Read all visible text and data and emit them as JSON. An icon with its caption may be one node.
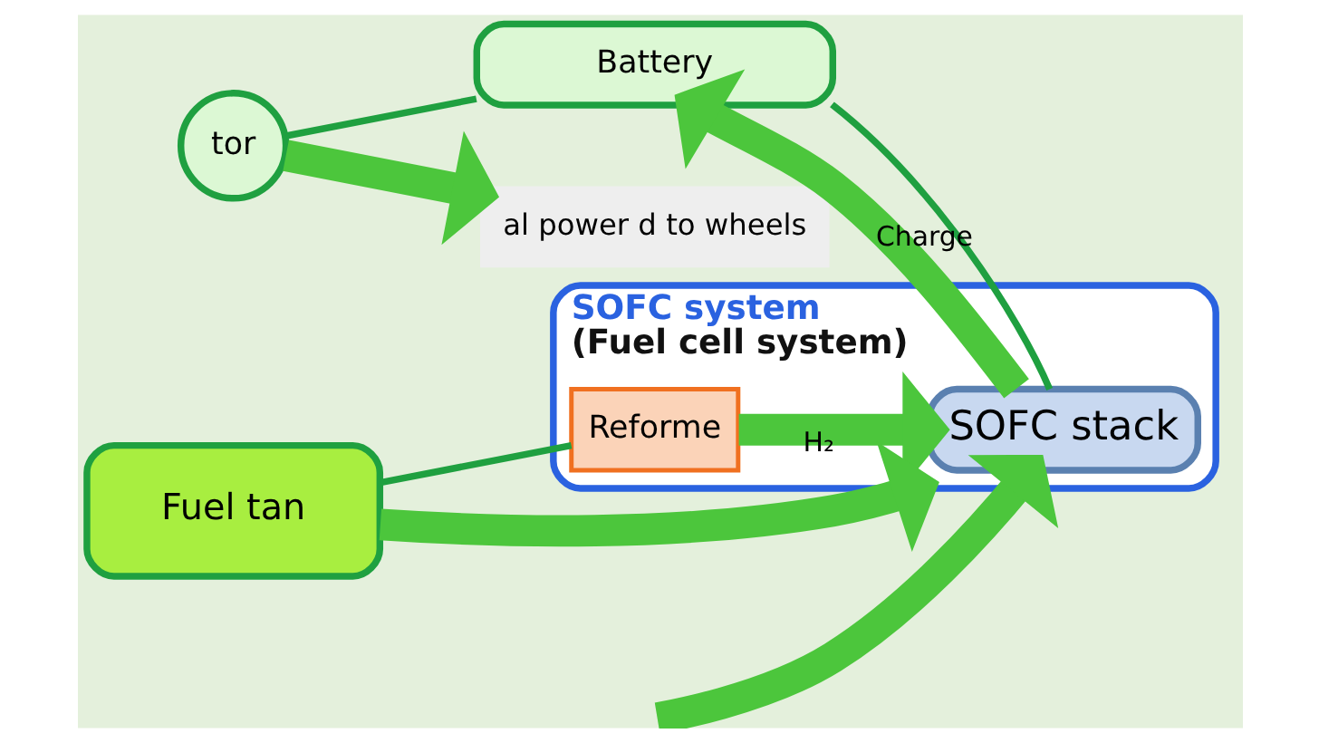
{
  "diagram": {
    "nodes": [
      {
        "text": [
          "tor"
        ]
      },
      {
        "text": [
          "Battery"
        ]
      },
      {
        "text": [
          "SOFC system",
          "(Fuel cell system)"
        ]
      },
      {
        "text": [
          "SOFC stack"
        ],
        "in": 2
      },
      {
        "text": [
          "Reforme"
        ],
        "in": 2
      },
      {
        "text": [
          "Fuel tan"
        ]
      },
      {
        "text": [
          "al power d to wheels"
        ]
      }
    ],
    "edges": [
      {
        "from": 0,
        "to": 1,
        "arrow": "none"
      },
      {
        "from": 1,
        "to": 3,
        "arrow": "none"
      },
      {
        "from": 5,
        "to": 4,
        "arrow": "none"
      },
      {
        "from": 4,
        "to": 3,
        "arrow": "to",
        "label": "H₂"
      },
      {
        "from": null,
        "to": 3,
        "arrow": "to"
      },
      {
        "from": 5,
        "to": 2,
        "arrow": "to"
      },
      {
        "from": 3,
        "to": 1,
        "arrow": "to",
        "label": "Charge"
      },
      {
        "from": 0,
        "to": 6,
        "arrow": "to"
      }
    ]
  }
}
